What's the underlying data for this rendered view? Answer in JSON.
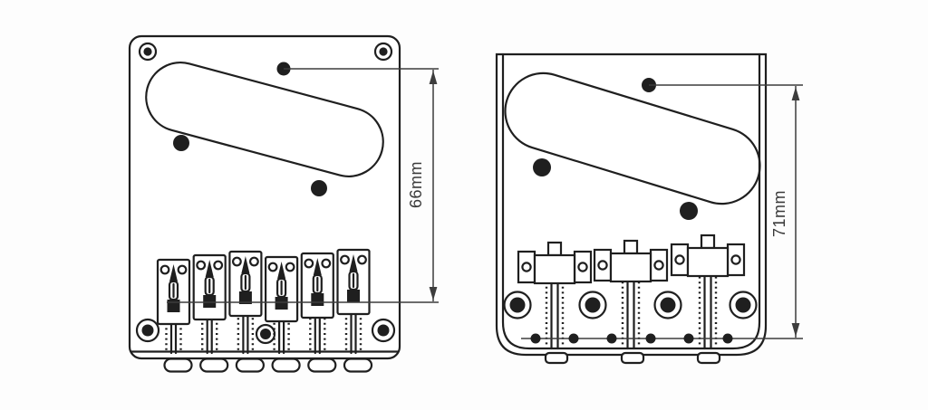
{
  "colors": {
    "line": "#1f1f1f",
    "dim": "#3d3d3d",
    "label": "#3a3a3a",
    "background": "#fdfdfd"
  },
  "left_plate": {
    "dimension_label": "66mm",
    "saddle_count": 6,
    "screw_hole_count": 5,
    "marker_dot_count": 3,
    "ferrule_foot_count": 6
  },
  "right_plate": {
    "dimension_label": "71mm",
    "saddle_count": 3,
    "string_ferrule_count": 4,
    "marker_dot_count": 3,
    "string_hole_dot_count": 6
  }
}
